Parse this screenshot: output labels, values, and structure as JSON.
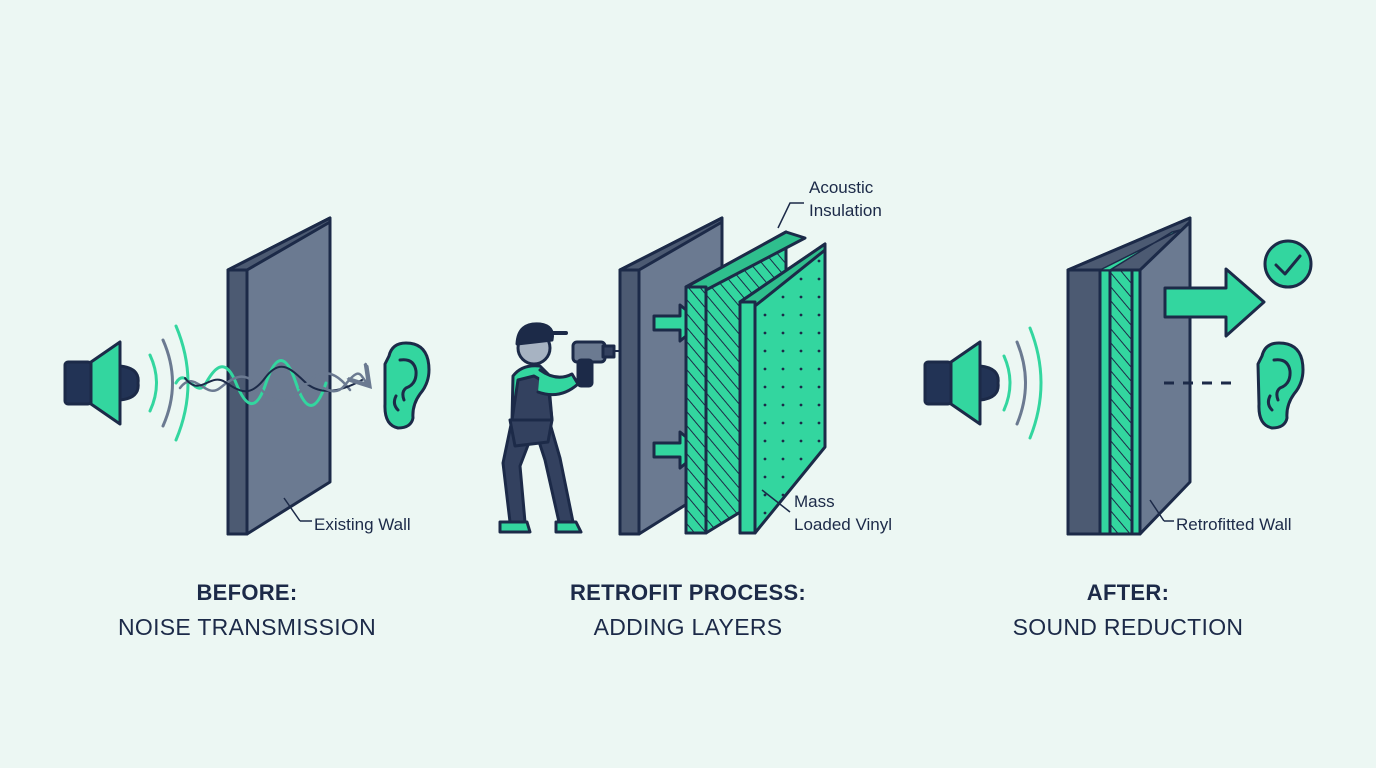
{
  "panels": {
    "before": {
      "heading": "BEFORE:",
      "subheading": "NOISE TRANSMISSION",
      "wall_label": "Existing Wall"
    },
    "process": {
      "heading": "RETROFIT PROCESS:",
      "subheading": "ADDING LAYERS",
      "insulation_label_line1": "Acoustic",
      "insulation_label_line2": "Insulation",
      "vinyl_label_line1": "Mass",
      "vinyl_label_line2": "Loaded Vinyl"
    },
    "after": {
      "heading": "AFTER:",
      "subheading": "SOUND REDUCTION",
      "wall_label": "Retrofitted Wall"
    }
  },
  "icons": [
    "speaker-icon",
    "sound-wave-icon",
    "ear-icon",
    "worker-icon",
    "drill-icon",
    "arrow-icon",
    "check-icon"
  ],
  "colors": {
    "background": "#ecf7f3",
    "outline": "#1c2a48",
    "wall": "#6b7a91",
    "accent": "#33d69f"
  }
}
